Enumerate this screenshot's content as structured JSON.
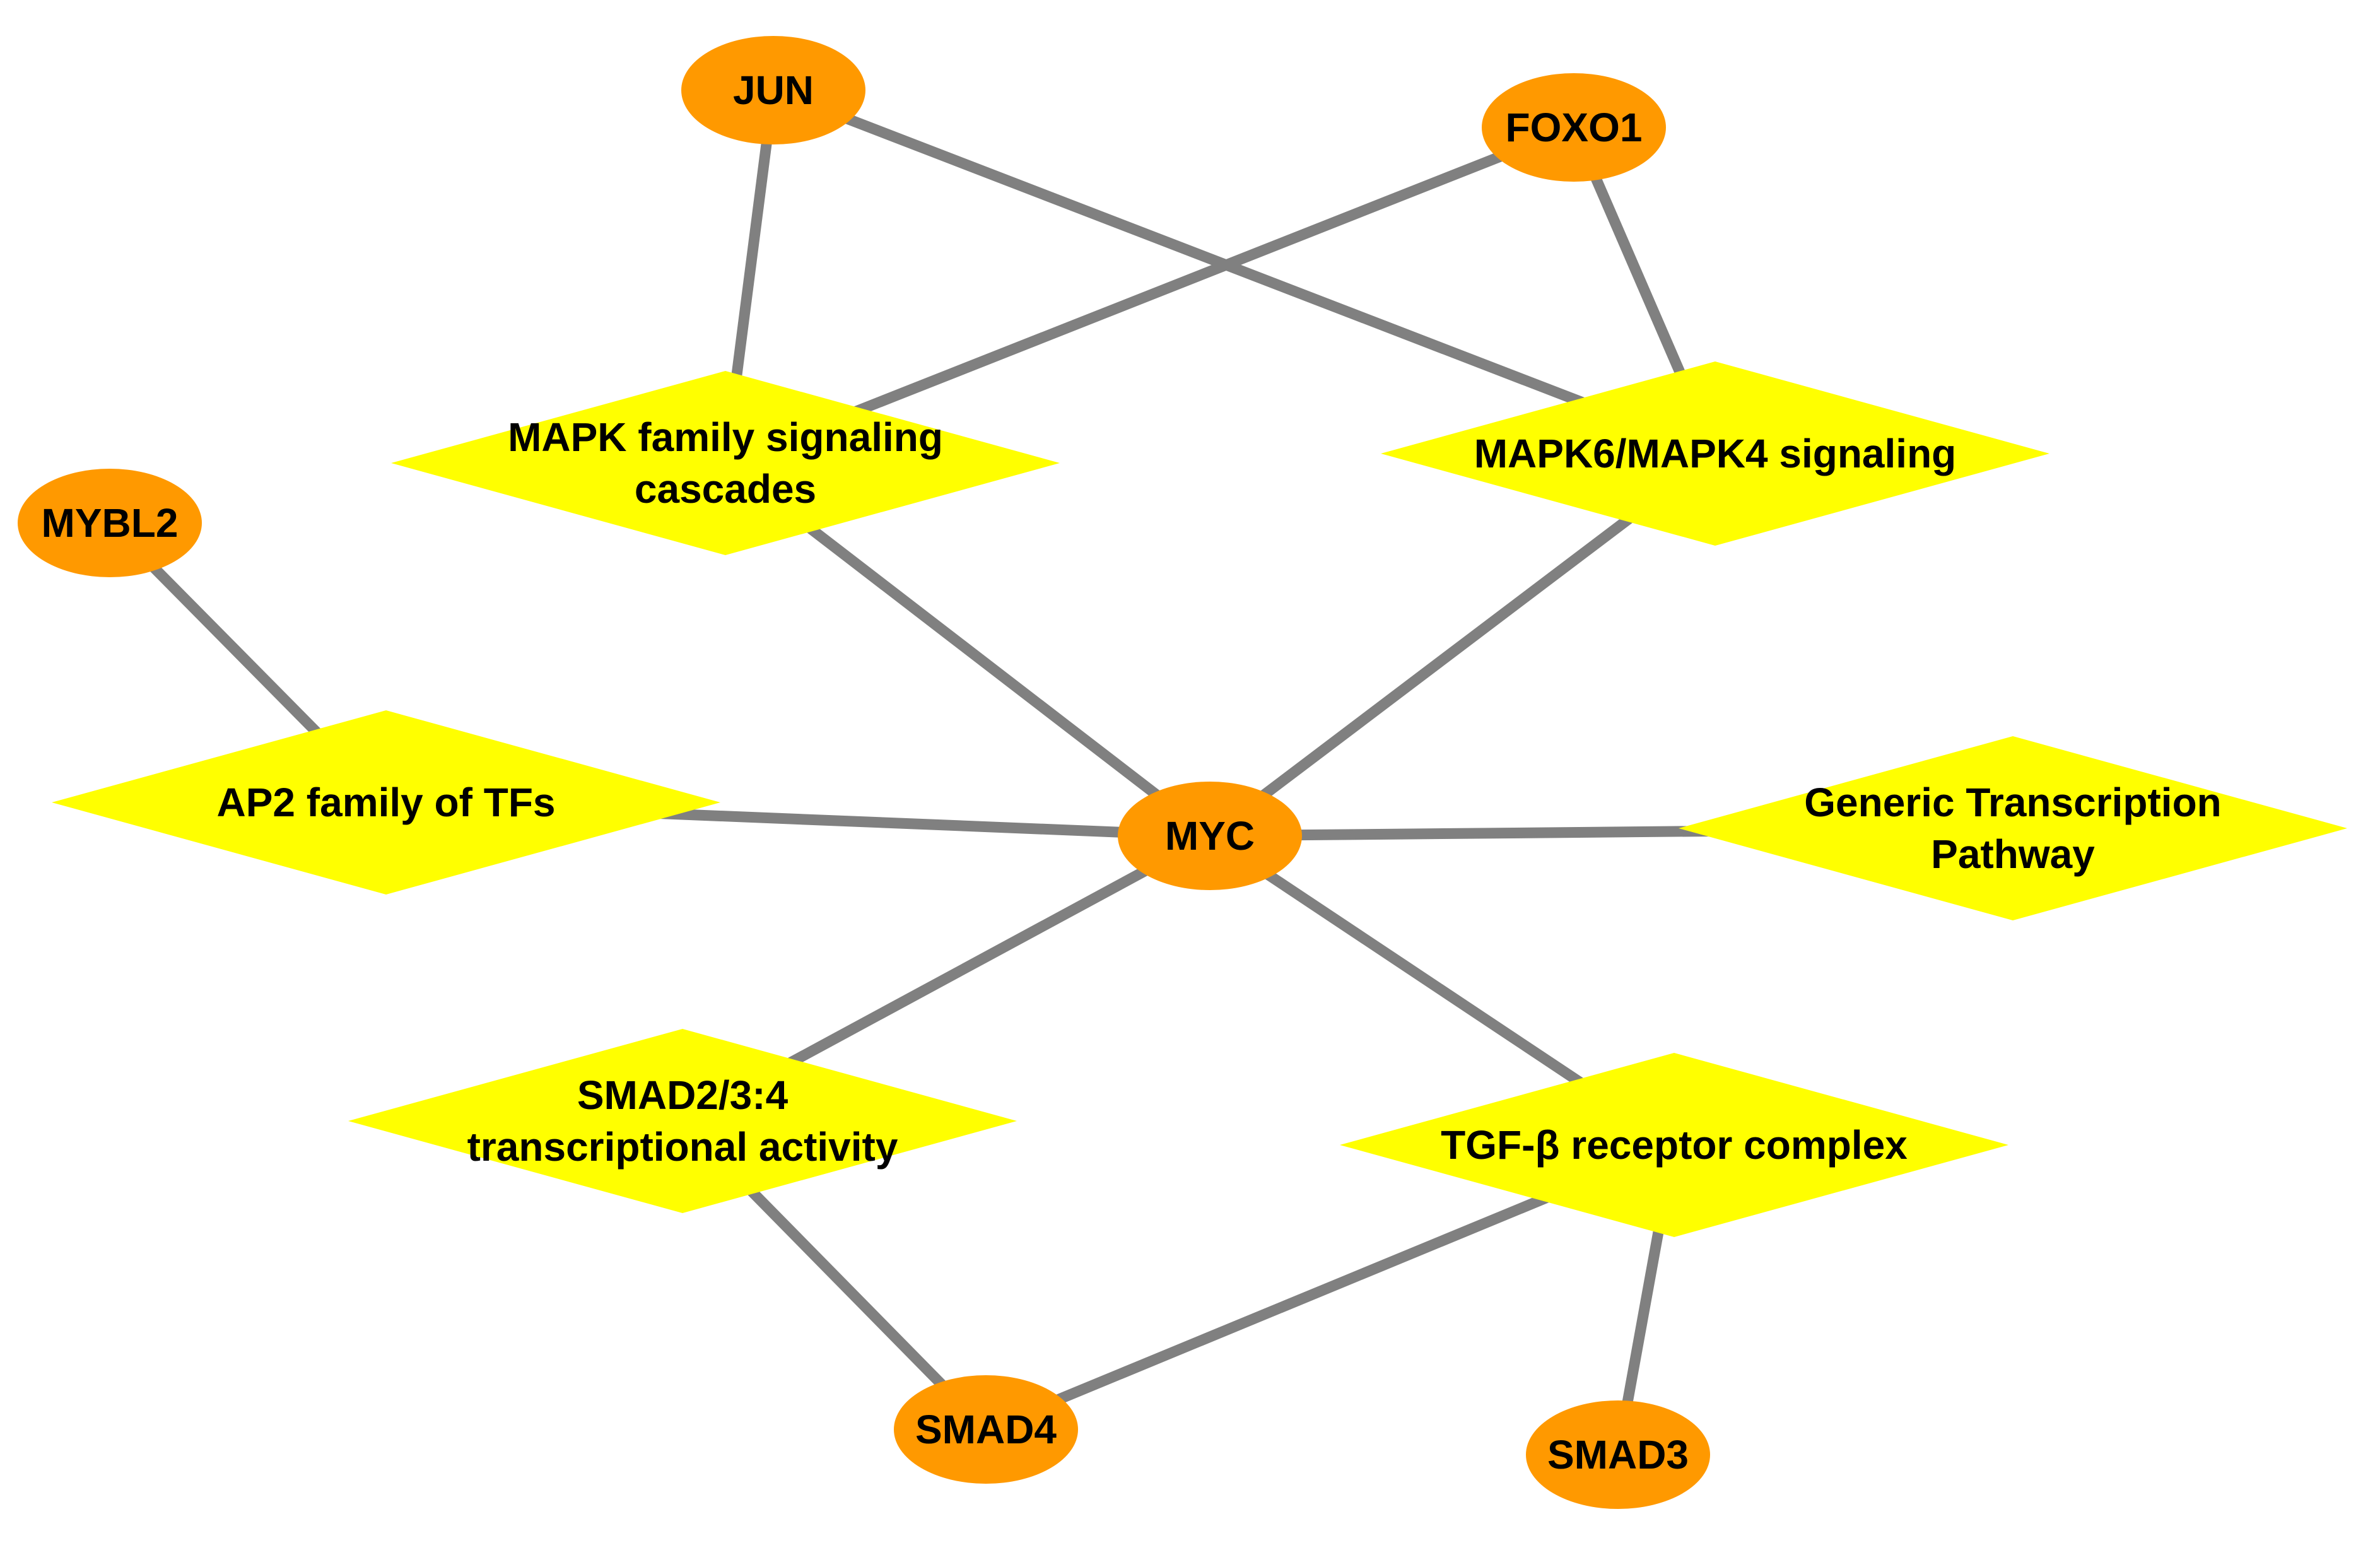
{
  "colors": {
    "gene_fill": "#FF9900",
    "pathway_fill": "#FFFF00",
    "edge": "#808080",
    "label": "#000000"
  },
  "nodes": [
    {
      "id": "jun",
      "label": [
        "JUN"
      ],
      "shape": "ellipse"
    },
    {
      "id": "foxo1",
      "label": [
        "FOXO1"
      ],
      "shape": "ellipse"
    },
    {
      "id": "mybl2",
      "label": [
        "MYBL2"
      ],
      "shape": "ellipse"
    },
    {
      "id": "myc",
      "label": [
        "MYC"
      ],
      "shape": "ellipse"
    },
    {
      "id": "smad4",
      "label": [
        "SMAD4"
      ],
      "shape": "ellipse"
    },
    {
      "id": "smad3",
      "label": [
        "SMAD3"
      ],
      "shape": "ellipse"
    },
    {
      "id": "mapk-family",
      "label": [
        "MAPK family signaling",
        "cascades"
      ],
      "shape": "diamond"
    },
    {
      "id": "mapk6-mapk4",
      "label": [
        "MAPK6/MAPK4 signaling"
      ],
      "shape": "diamond"
    },
    {
      "id": "ap2-family",
      "label": [
        "AP2 family of TFs"
      ],
      "shape": "diamond"
    },
    {
      "id": "generic-transcription",
      "label": [
        "Generic Transcription",
        "Pathway"
      ],
      "shape": "diamond"
    },
    {
      "id": "smad-activity",
      "label": [
        "SMAD2/3:4",
        "transcriptional activity"
      ],
      "shape": "diamond"
    },
    {
      "id": "tgfb-receptor",
      "label": [
        "TGF-β receptor complex"
      ],
      "shape": "diamond"
    }
  ],
  "edges": [
    [
      "jun",
      "mapk-family"
    ],
    [
      "jun",
      "mapk6-mapk4"
    ],
    [
      "foxo1",
      "mapk-family"
    ],
    [
      "foxo1",
      "mapk6-mapk4"
    ],
    [
      "mybl2",
      "ap2-family"
    ],
    [
      "myc",
      "mapk-family"
    ],
    [
      "myc",
      "mapk6-mapk4"
    ],
    [
      "myc",
      "ap2-family"
    ],
    [
      "myc",
      "generic-transcription"
    ],
    [
      "myc",
      "smad-activity"
    ],
    [
      "myc",
      "tgfb-receptor"
    ],
    [
      "smad4",
      "smad-activity"
    ],
    [
      "smad4",
      "tgfb-receptor"
    ],
    [
      "smad3",
      "tgfb-receptor"
    ]
  ]
}
